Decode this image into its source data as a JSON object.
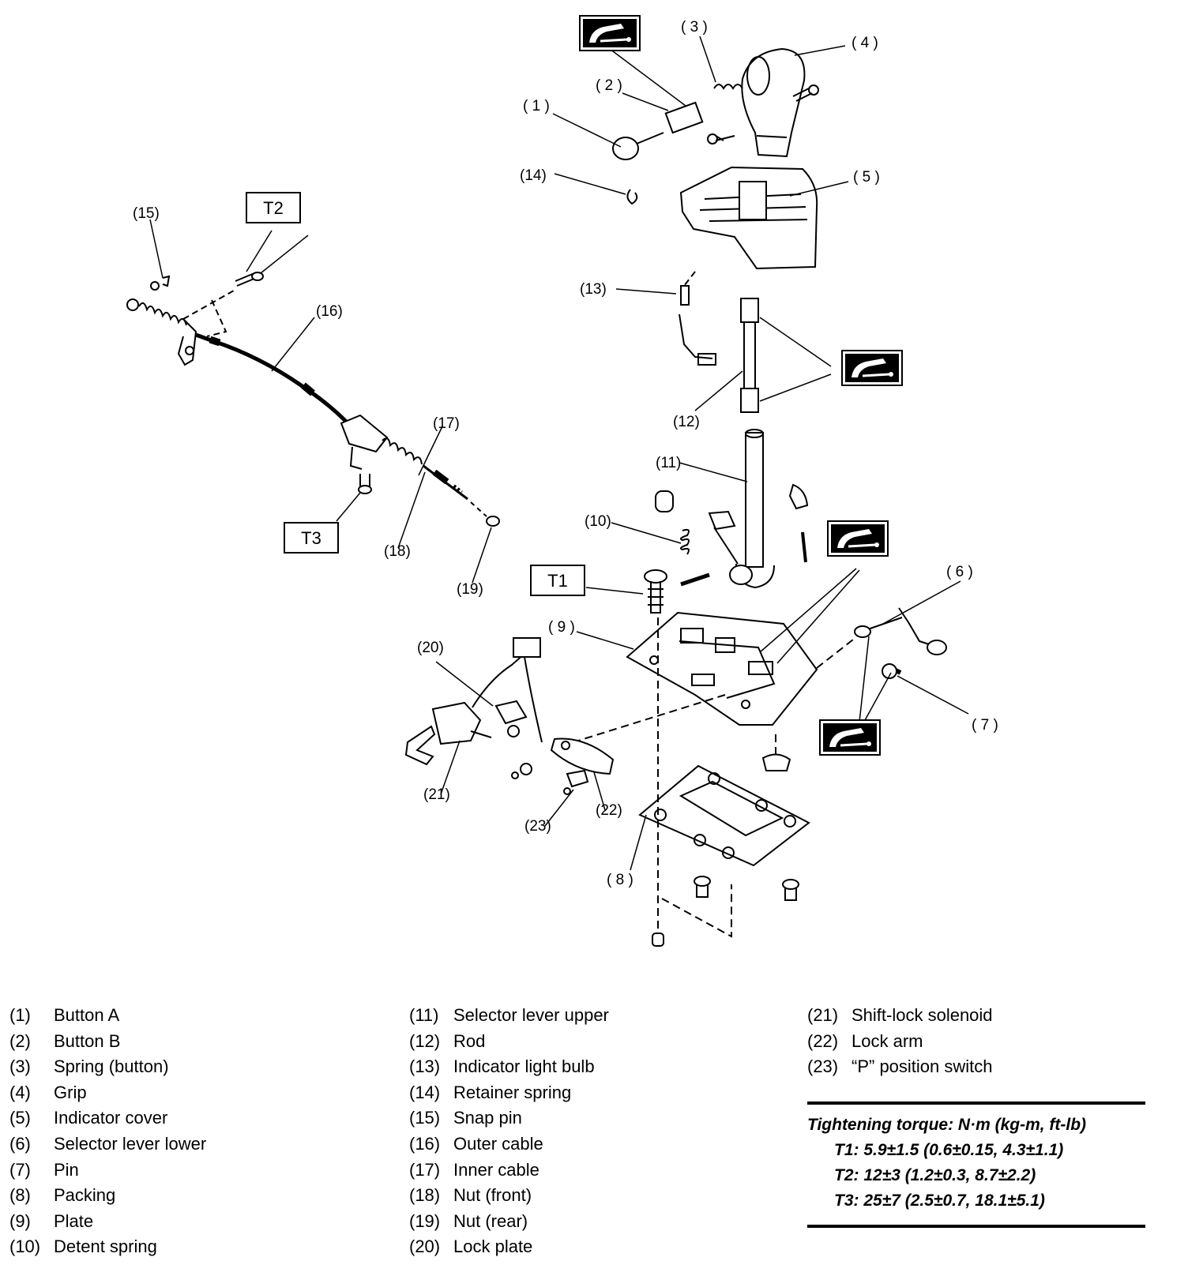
{
  "callouts": [
    {
      "id": "c1",
      "text": "( 1 )"
    },
    {
      "id": "c2",
      "text": "( 2 )"
    },
    {
      "id": "c3",
      "text": "( 3 )"
    },
    {
      "id": "c4",
      "text": "( 4 )"
    },
    {
      "id": "c5",
      "text": "( 5 )"
    },
    {
      "id": "c6",
      "text": "( 6 )"
    },
    {
      "id": "c7",
      "text": "( 7 )"
    },
    {
      "id": "c8",
      "text": "( 8 )"
    },
    {
      "id": "c9",
      "text": "( 9 )"
    },
    {
      "id": "c10",
      "text": "(10)"
    },
    {
      "id": "c11",
      "text": "(11)"
    },
    {
      "id": "c12",
      "text": "(12)"
    },
    {
      "id": "c13",
      "text": "(13)"
    },
    {
      "id": "c14",
      "text": "(14)"
    },
    {
      "id": "c15",
      "text": "(15)"
    },
    {
      "id": "c16",
      "text": "(16)"
    },
    {
      "id": "c17",
      "text": "(17)"
    },
    {
      "id": "c18",
      "text": "(18)"
    },
    {
      "id": "c19",
      "text": "(19)"
    },
    {
      "id": "c20",
      "text": "(20)"
    },
    {
      "id": "c21",
      "text": "(21)"
    },
    {
      "id": "c22",
      "text": "(22)"
    },
    {
      "id": "c23",
      "text": "(23)"
    }
  ],
  "torque_labels": {
    "t1": "T1",
    "t2": "T2",
    "t3": "T3"
  },
  "legend": {
    "col1": [
      {
        "num": "(1)",
        "name": "Button A"
      },
      {
        "num": "(2)",
        "name": "Button B"
      },
      {
        "num": "(3)",
        "name": "Spring (button)"
      },
      {
        "num": "(4)",
        "name": "Grip"
      },
      {
        "num": "(5)",
        "name": "Indicator cover"
      },
      {
        "num": "(6)",
        "name": "Selector lever lower"
      },
      {
        "num": "(7)",
        "name": "Pin"
      },
      {
        "num": "(8)",
        "name": "Packing"
      },
      {
        "num": "(9)",
        "name": "Plate"
      },
      {
        "num": "(10)",
        "name": "Detent spring"
      }
    ],
    "col2": [
      {
        "num": "(11)",
        "name": "Selector lever upper"
      },
      {
        "num": "(12)",
        "name": "Rod"
      },
      {
        "num": "(13)",
        "name": "Indicator light bulb"
      },
      {
        "num": "(14)",
        "name": "Retainer spring"
      },
      {
        "num": "(15)",
        "name": "Snap pin"
      },
      {
        "num": "(16)",
        "name": "Outer cable"
      },
      {
        "num": "(17)",
        "name": "Inner cable"
      },
      {
        "num": "(18)",
        "name": "Nut (front)"
      },
      {
        "num": "(19)",
        "name": "Nut (rear)"
      },
      {
        "num": "(20)",
        "name": "Lock plate"
      }
    ],
    "col3": [
      {
        "num": "(21)",
        "name": "Shift-lock solenoid"
      },
      {
        "num": "(22)",
        "name": "Lock arm"
      },
      {
        "num": "(23)",
        "name": "“P” position switch"
      }
    ]
  },
  "torque": {
    "title": "Tightening torque: N·m (kg-m, ft-lb)",
    "rows": [
      "T1: 5.9±1.5 (0.6±0.15, 4.3±1.1)",
      "T2: 12±3 (1.2±0.3, 8.7±2.2)",
      "T3: 25±7 (2.5±0.7, 18.1±5.1)"
    ]
  }
}
